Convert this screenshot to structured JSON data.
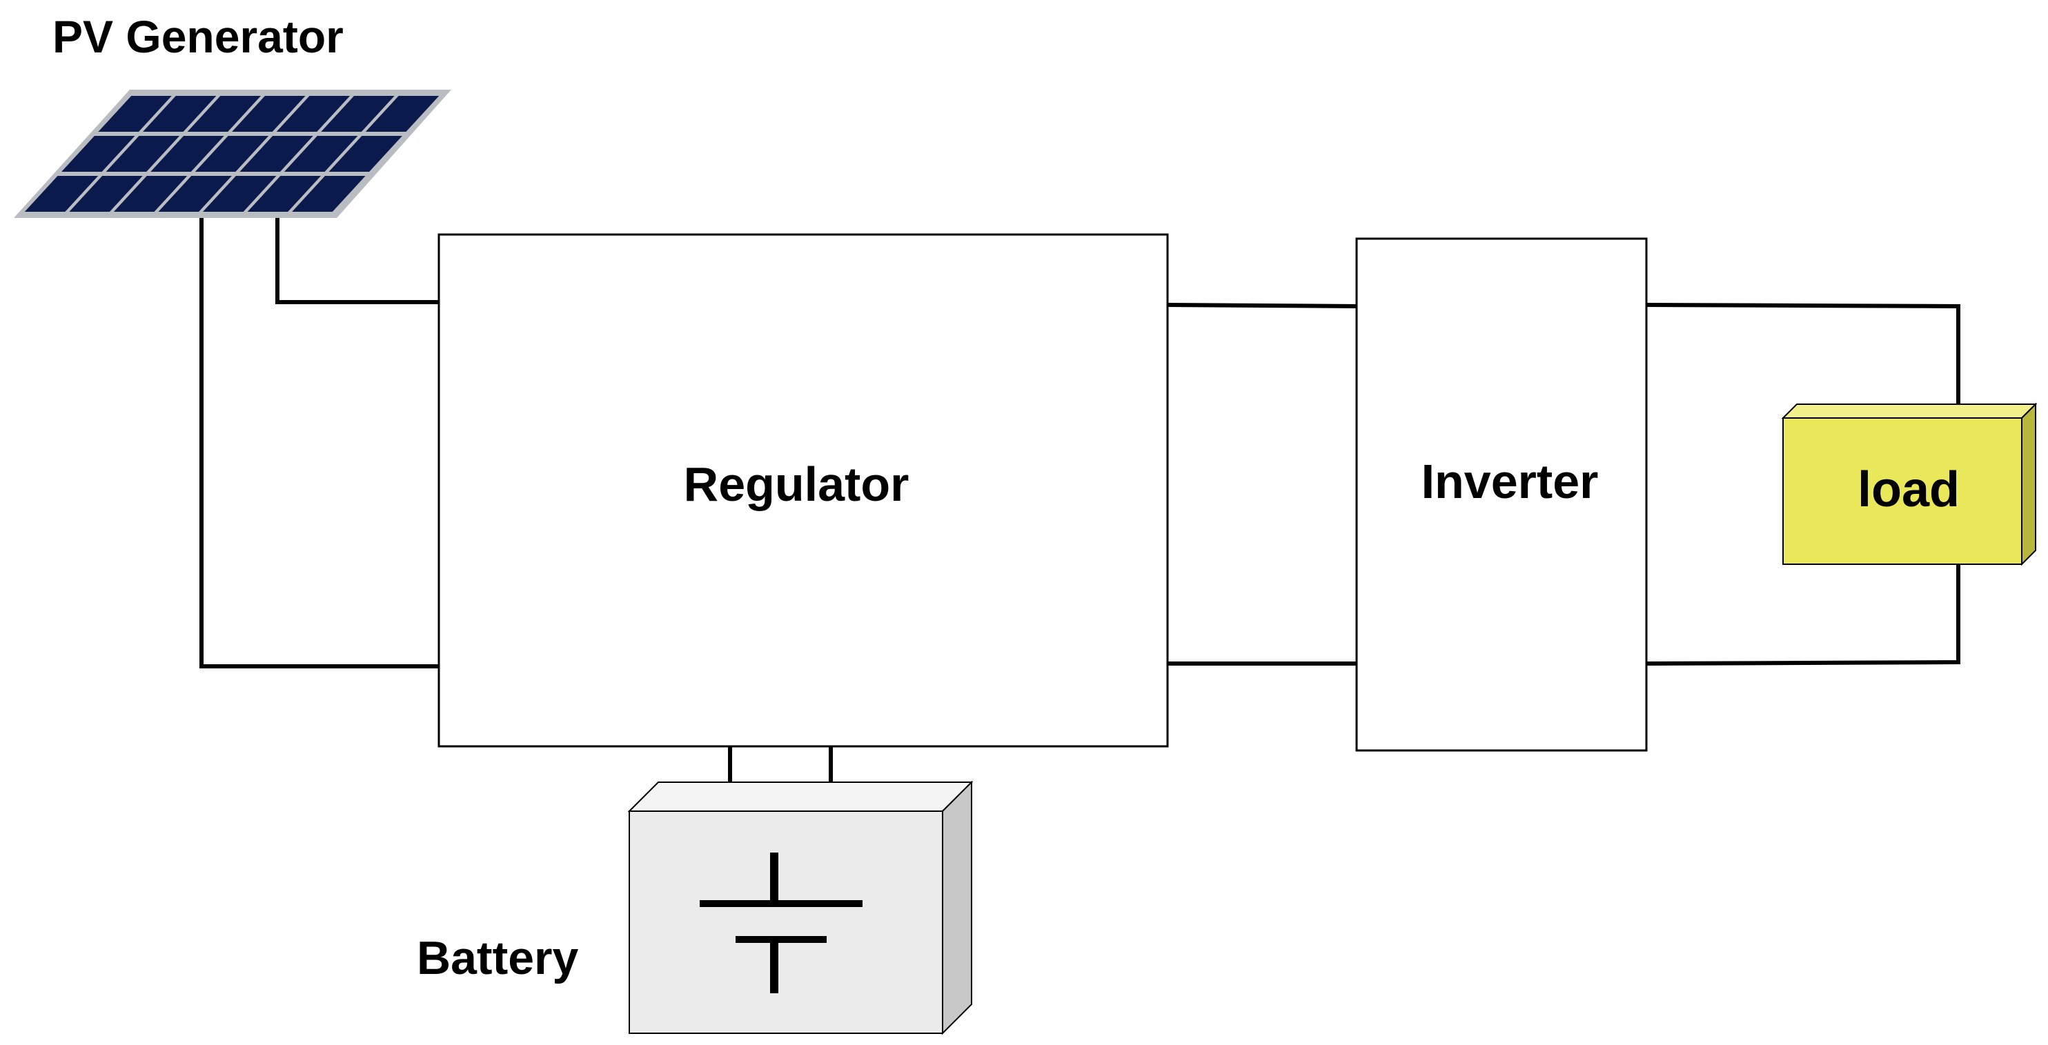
{
  "labels": {
    "pv_generator": "PV Generator",
    "regulator": "Regulator",
    "inverter": "Inverter",
    "load": "load",
    "battery": "Battery"
  },
  "colors": {
    "panel_cell": "#0b1a4d",
    "panel_frame": "#b9bcc1",
    "load_fill": "#e9e85a",
    "battery_fill": "#ebebeb",
    "battery_side": "#c8c8c8",
    "line": "#000000"
  }
}
